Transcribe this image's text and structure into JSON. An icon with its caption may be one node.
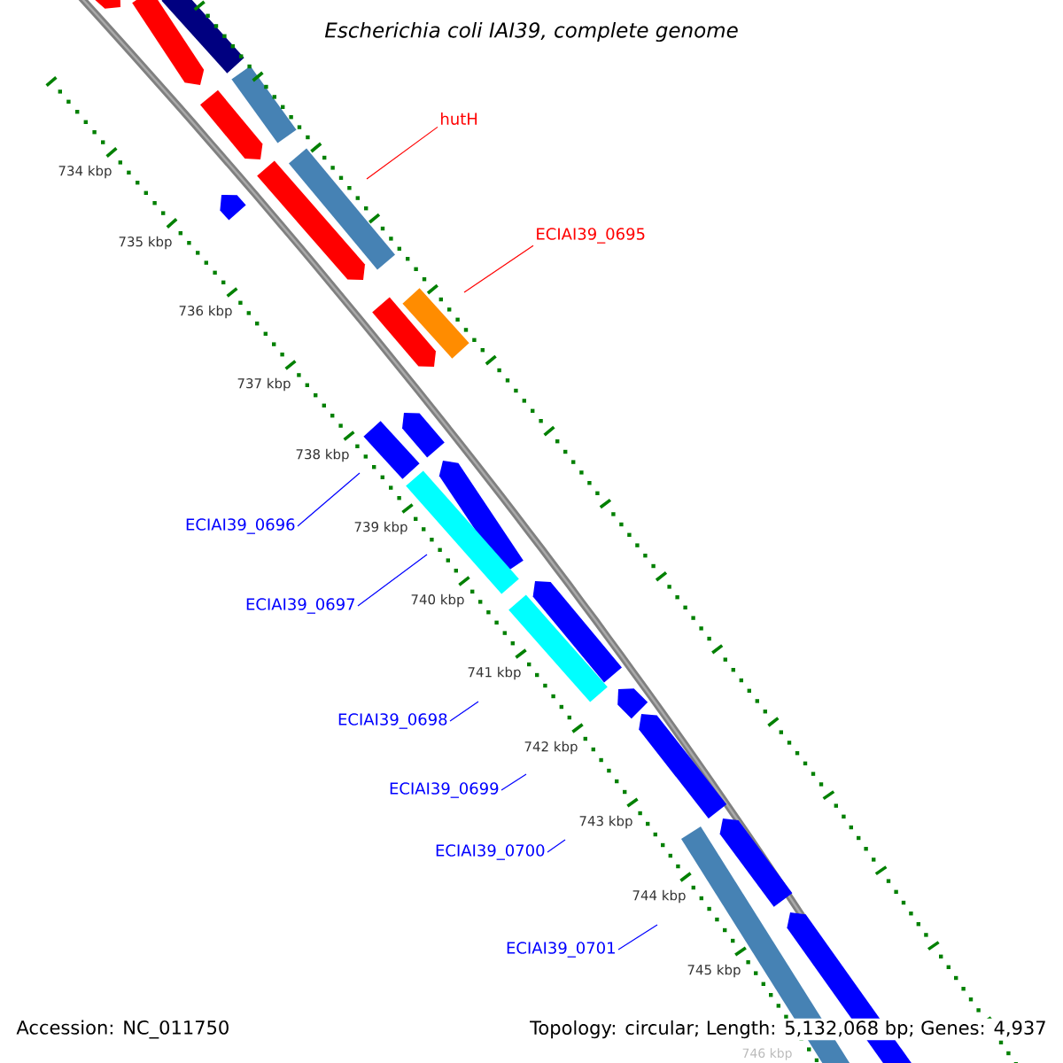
{
  "diagram": {
    "title": "Escherichia coli IAI39, complete genome",
    "nodes": [
      {
        "text": [
          "hutH"
        ]
      },
      {
        "text": [
          "ECIAI39_0695"
        ]
      },
      {
        "text": [
          "ECIAI39_0696"
        ]
      },
      {
        "text": [
          "ECIAI39_0697"
        ]
      },
      {
        "text": [
          "ECIAI39_0698"
        ]
      },
      {
        "text": [
          "ECIAI39_0699"
        ]
      },
      {
        "text": [
          "ECIAI39_0700"
        ]
      },
      {
        "text": [
          "ECIAI39_0701"
        ]
      }
    ],
    "edges": [
      {
        "from": 0,
        "to": null,
        "arrow": "none",
        "color": "#ff0000"
      },
      {
        "from": 1,
        "to": null,
        "arrow": "none",
        "color": "#ff0000"
      },
      {
        "from": 2,
        "to": null,
        "arrow": "none"
      },
      {
        "from": 3,
        "to": null,
        "arrow": "none"
      },
      {
        "from": 4,
        "to": null,
        "arrow": "none"
      },
      {
        "from": 5,
        "to": null,
        "arrow": "none"
      },
      {
        "from": 6,
        "to": null,
        "arrow": "none"
      },
      {
        "from": 7,
        "to": null,
        "arrow": "none"
      }
    ],
    "labels": [
      "734 kbp",
      "735 kbp",
      "736 kbp",
      "737 kbp",
      "738 kbp",
      "739 kbp",
      "740 kbp",
      "741 kbp",
      "742 kbp",
      "743 kbp",
      "744 kbp",
      "745 kbp",
      "746 kbp",
      "Accession: NC_011750",
      "Topology: circular; Length: 5,132,068 bp; Genes: 4,937"
    ]
  }
}
